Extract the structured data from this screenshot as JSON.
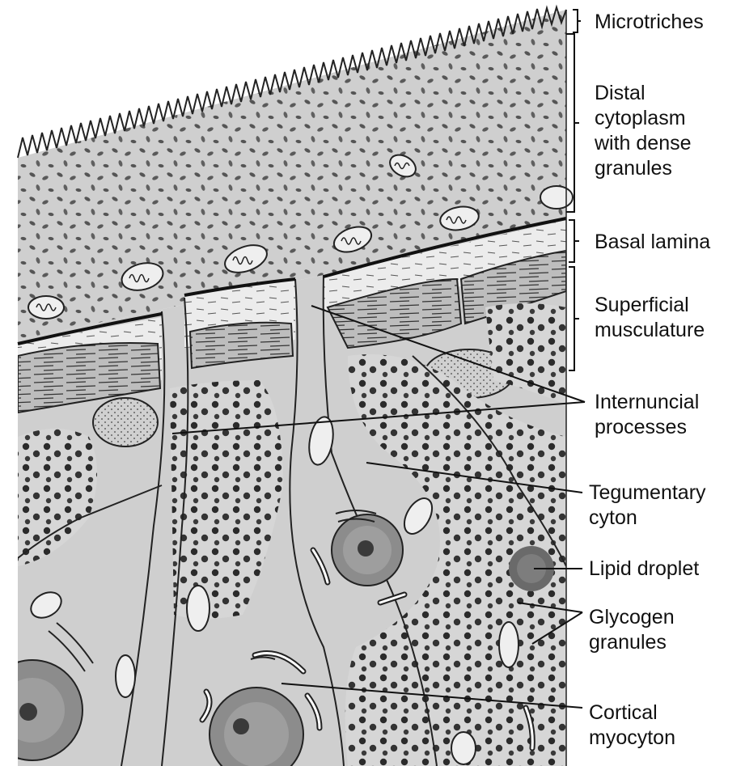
{
  "labels": {
    "microtriches": "Microtriches",
    "distal_cytoplasm": "Distal\ncytoplasm\nwith dense\ngranules",
    "basal_lamina": "Basal lamina",
    "superficial_musculature": "Superficial\nmusculature",
    "internuncial_processes": "Internuncial\nprocesses",
    "tegumentary_cyton": "Tegumentary\ncyton",
    "lipid_droplet": "Lipid droplet",
    "glycogen_granules": "Glycogen\ngranules",
    "cortical_myocyton": "Cortical\nmyocyton"
  }
}
